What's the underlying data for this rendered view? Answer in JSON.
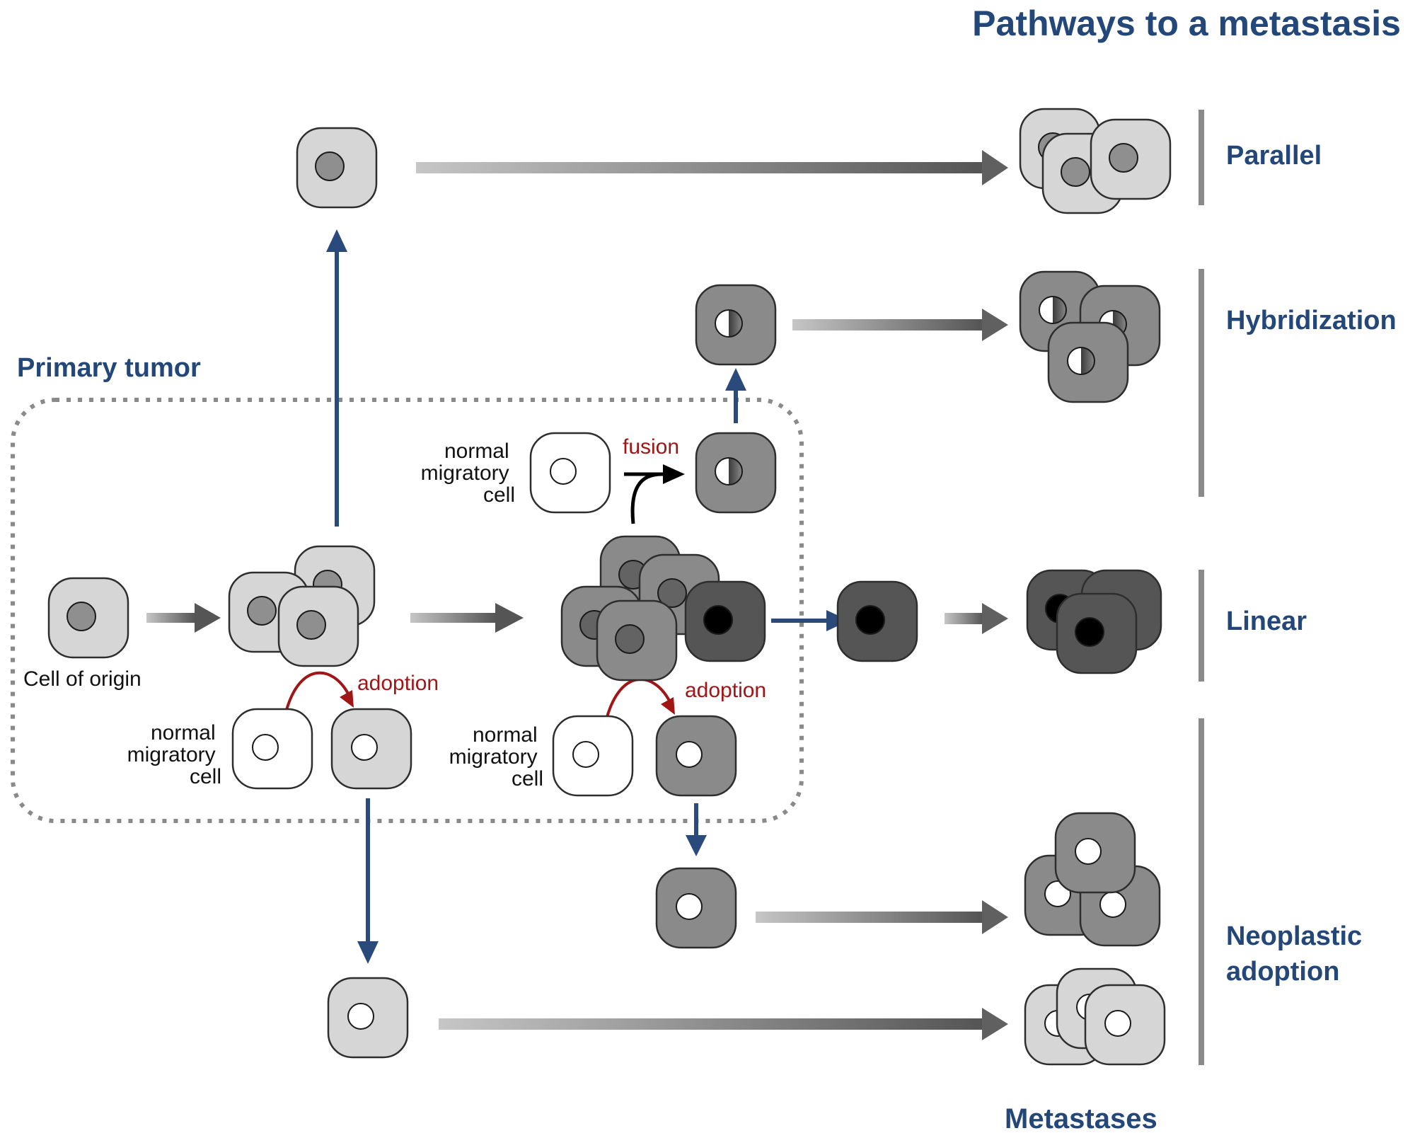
{
  "title": "Pathways to a metastasis",
  "primary_tumor_label": "Primary tumor",
  "metastases_label": "Metastases",
  "cell_of_origin_label": "Cell of origin",
  "normal_cell_lines": [
    "normal",
    "migratory",
    "cell"
  ],
  "adoption_label": "adoption",
  "fusion_label": "fusion",
  "pathways": {
    "parallel": "Parallel",
    "hybridization": "Hybridization",
    "linear": "Linear",
    "neoplastic_lines": [
      "Neoplastic",
      "adoption"
    ]
  },
  "colors": {
    "title_blue": "#24477a",
    "arrow_blue": "#2a4a7c",
    "adoption_red": "#a01616",
    "cell_light": "#d6d6d6",
    "cell_medium": "#8a8a8a",
    "cell_dark": "#555555",
    "cell_white": "#ffffff",
    "nucleus_gray": "#8f8f8f",
    "nucleus_dark": "#636363",
    "nucleus_black": "#000000"
  }
}
